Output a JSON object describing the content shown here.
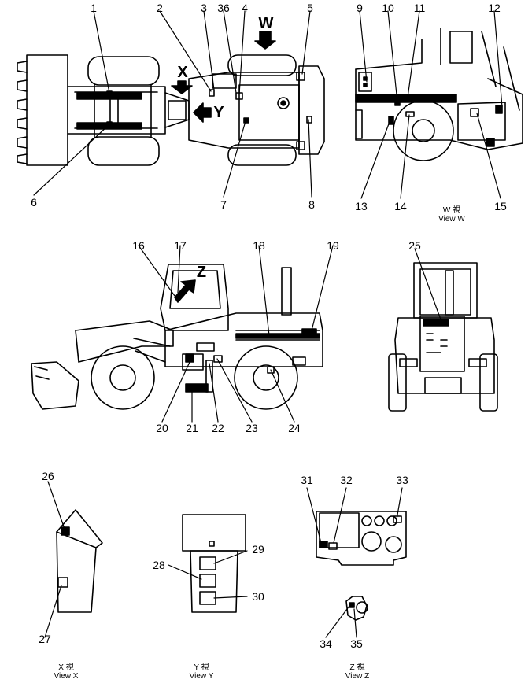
{
  "callouts": [
    "1",
    "2",
    "3",
    "36",
    "4",
    "5",
    "6",
    "7",
    "8",
    "9",
    "10",
    "11",
    "12",
    "13",
    "14",
    "15",
    "16",
    "17",
    "18",
    "19",
    "20",
    "21",
    "22",
    "23",
    "24",
    "25",
    "26",
    "27",
    "28",
    "29",
    "30",
    "31",
    "32",
    "33",
    "34",
    "35"
  ],
  "direction_labels": {
    "w": "W",
    "x": "X",
    "y": "Y",
    "z": "Z"
  },
  "views": [
    {
      "id": "w",
      "native": "W 視",
      "english": "View W"
    },
    {
      "id": "x",
      "native": "X 視",
      "english": "View X"
    },
    {
      "id": "y",
      "native": "Y 視",
      "english": "View Y"
    },
    {
      "id": "z",
      "native": "Z 視",
      "english": "View Z"
    }
  ]
}
